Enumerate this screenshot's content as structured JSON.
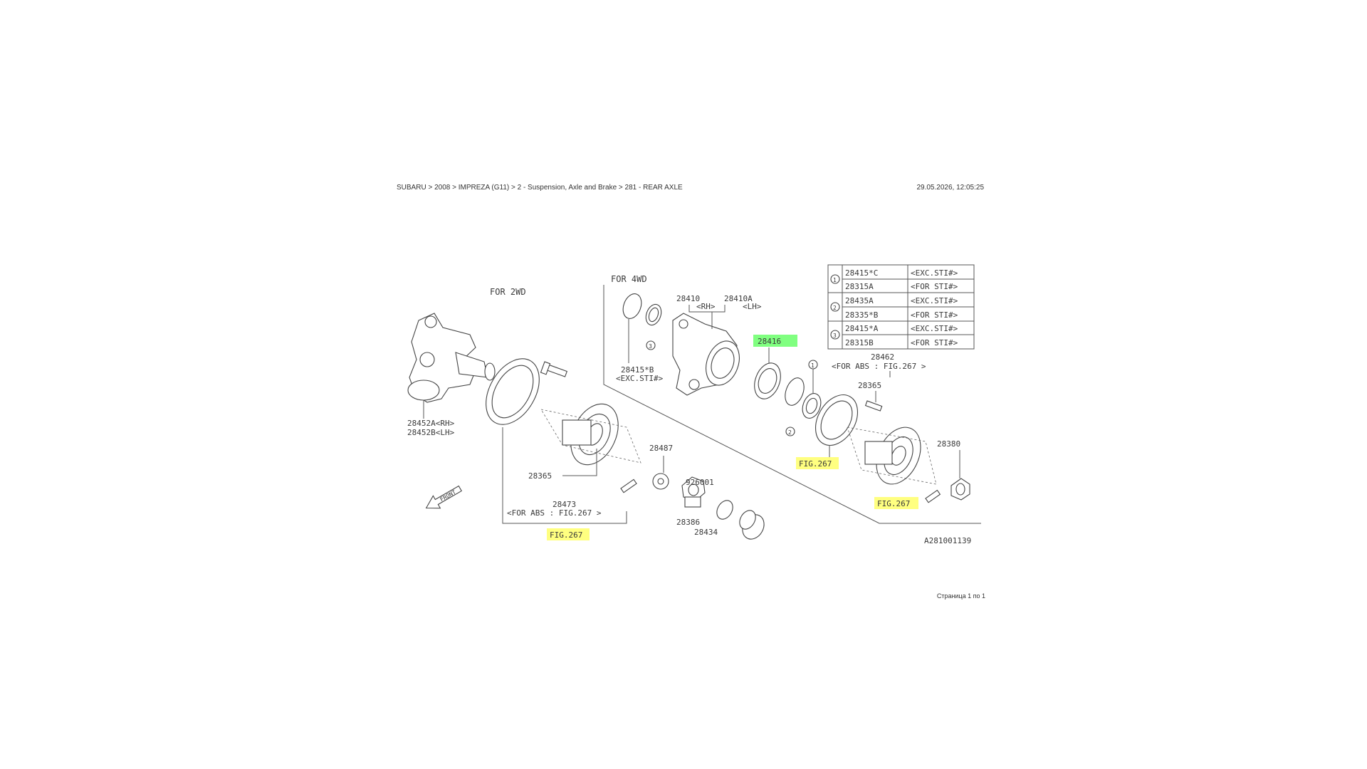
{
  "breadcrumb": "SUBARU > 2008 > IMPREZA (G11) > 2 - Suspension, Axle and Brake > 281 - REAR AXLE",
  "timestamp": "29.05.2026, 12:05:25",
  "footer": "Страница 1 по 1",
  "colors": {
    "highlight_yellow": "#ffff80",
    "highlight_green": "#80ff80"
  },
  "diagram": {
    "for_2wd": "FOR 2WD",
    "for_4wd": "FOR 4WD",
    "front_arrow": "FRONT",
    "figure_id": "A281001139",
    "labels": {
      "p28452": "28452A<RH>",
      "p28452b": "28452B<LH>",
      "p28365_left": "28365",
      "p28473": "28473",
      "p28473_note": "<FOR ABS : FIG.267 >",
      "fig267_left": "FIG.267",
      "p28487": "28487",
      "p926001": "926001",
      "p28386": "28386",
      "p28434": "28434",
      "p28415b": "28415*B",
      "p28415b_note": "<EXC.STI#>",
      "p28410": "28410",
      "p28410a": "28410A",
      "rh": "<RH>",
      "lh": "<LH>",
      "p28416": "28416",
      "p28462": "28462",
      "p28462_note": "<FOR ABS : FIG.267 >",
      "p28365_right": "28365",
      "fig267_mid": "FIG.267",
      "fig267_right": "FIG.267",
      "p28380": "28380",
      "circle1": "1",
      "circle2": "2",
      "circle3": "3"
    },
    "legend": [
      {
        "marker": "1",
        "rows": [
          {
            "part": "28415*C",
            "note": "<EXC.STI#>"
          },
          {
            "part": "28315A",
            "note": "<FOR STI#>"
          }
        ]
      },
      {
        "marker": "2",
        "rows": [
          {
            "part": "28435A",
            "note": "<EXC.STI#>"
          },
          {
            "part": "28335*B",
            "note": "<FOR STI#>"
          }
        ]
      },
      {
        "marker": "3",
        "rows": [
          {
            "part": "28415*A",
            "note": "<EXC.STI#>"
          },
          {
            "part": "28315B",
            "note": "<FOR STI#>"
          }
        ]
      }
    ]
  }
}
